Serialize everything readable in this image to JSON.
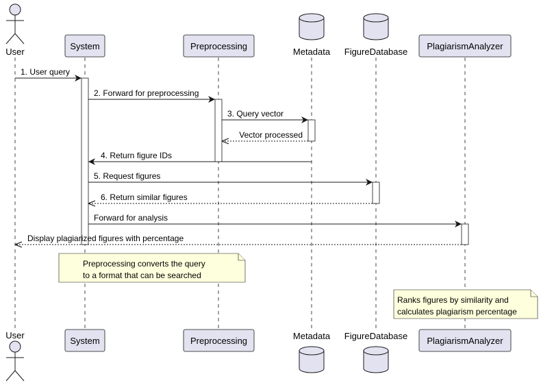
{
  "colors": {
    "participant_fill": "#E2E2F0",
    "participant_stroke": "#181818",
    "activation_fill": "#FFFFFF",
    "lifeline": "#181818",
    "note_fill": "#FEFFDD",
    "note_stroke": "#181818",
    "arrow": "#181818"
  },
  "participants": [
    {
      "id": "user",
      "label": "User",
      "kind": "actor"
    },
    {
      "id": "system",
      "label": "System",
      "kind": "participant"
    },
    {
      "id": "preprocessing",
      "label": "Preprocessing",
      "kind": "participant"
    },
    {
      "id": "metadata",
      "label": "Metadata",
      "kind": "database"
    },
    {
      "id": "figuredb",
      "label": "FigureDatabase",
      "kind": "database"
    },
    {
      "id": "analyzer",
      "label": "PlagiarismAnalyzer",
      "kind": "participant"
    }
  ],
  "messages": [
    {
      "label": "1. User query",
      "from": "user",
      "to": "system",
      "style": "solid"
    },
    {
      "label": "2. Forward for preprocessing",
      "from": "system",
      "to": "preprocessing",
      "style": "solid"
    },
    {
      "label": "3. Query vector",
      "from": "preprocessing",
      "to": "metadata",
      "style": "solid"
    },
    {
      "label": "Vector processed",
      "from": "metadata",
      "to": "preprocessing",
      "style": "dashed"
    },
    {
      "label": "4. Return figure IDs",
      "from": "metadata",
      "to": "system",
      "style": "solid"
    },
    {
      "label": "5. Request figures",
      "from": "system",
      "to": "figuredb",
      "style": "solid"
    },
    {
      "label": "6. Return similar figures",
      "from": "figuredb",
      "to": "system",
      "style": "dashed"
    },
    {
      "label": "Forward for analysis",
      "from": "system",
      "to": "analyzer",
      "style": "solid"
    },
    {
      "label": "Display plagiarized figures with percentage",
      "from": "analyzer",
      "to": "user",
      "style": "dashed"
    }
  ],
  "notes": [
    {
      "lines": [
        "Preprocessing converts the query",
        "to a format that can be searched"
      ]
    },
    {
      "lines": [
        "Ranks figures by similarity and",
        "calculates plagiarism percentage"
      ]
    }
  ]
}
